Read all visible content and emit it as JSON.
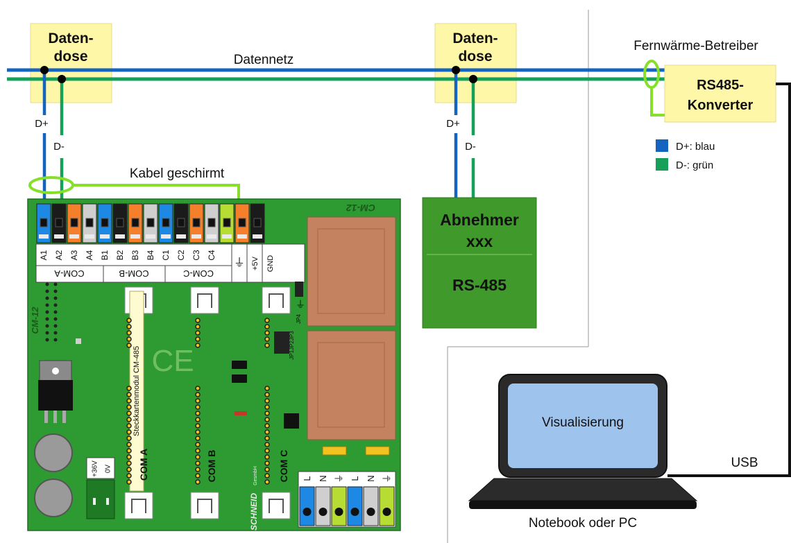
{
  "colors": {
    "d_plus": "#1565c0",
    "d_minus": "#16a05a",
    "shield": "#86e02a",
    "box": "#fff7a8",
    "board": "#2e9a32",
    "abnehmer": "#3f9a2b",
    "transformer": "#c48261",
    "terminal_blue": "#1e88e5",
    "terminal_orange": "#f57f2a",
    "terminal_grey": "#cfcfcf",
    "terminal_black": "#1b1b1b",
    "terminal_lime": "#b7dd35"
  },
  "network": {
    "label": "Datennetz"
  },
  "datendose_left": {
    "line1": "Daten-",
    "line2": "dose"
  },
  "datendose_right": {
    "line1": "Daten-",
    "line2": "dose"
  },
  "signal_left": {
    "d_plus": "D+",
    "d_minus": "D-"
  },
  "signal_right": {
    "d_plus": "D+",
    "d_minus": "D-"
  },
  "shield_label": "Kabel geschirmt",
  "operator": {
    "label": "Fernwärme-Betreiber"
  },
  "converter": {
    "line1": "RS485-",
    "line2": "Konverter"
  },
  "legend": [
    {
      "label": "D+: blau",
      "color": "#1565c0"
    },
    {
      "label": "D-:  grün",
      "color": "#16a05a"
    }
  ],
  "abnehmer": {
    "line1": "Abnehmer",
    "line2": "xxx",
    "protocol": "RS-485"
  },
  "board": {
    "name_top": "CM-12",
    "name_side": "CM-12",
    "terminals_top": [
      "A1",
      "A2",
      "A3",
      "A4",
      "B1",
      "B2",
      "B3",
      "B4",
      "C1",
      "C2",
      "C3",
      "C4"
    ],
    "com_labels": [
      "COM-A",
      "COM-B",
      "COM-C"
    ],
    "plus5v": "+5V",
    "gnd": "GND",
    "module_label": "Steckkartenmodul CM-485",
    "slot_labels": [
      "COM A",
      "COM B",
      "COM C"
    ],
    "jumpers": [
      "JP4",
      "JP1JP2JP3"
    ],
    "power_labels": [
      "+36V",
      "0V"
    ],
    "power_terminals": [
      "L",
      "N",
      "L",
      "N"
    ],
    "brand": "SCHNEID",
    "brand_suffix": "GesmbH",
    "ce": "CE"
  },
  "notebook": {
    "screen_text": "Visualisierung",
    "caption": "Notebook oder PC"
  },
  "usb_label": "USB"
}
